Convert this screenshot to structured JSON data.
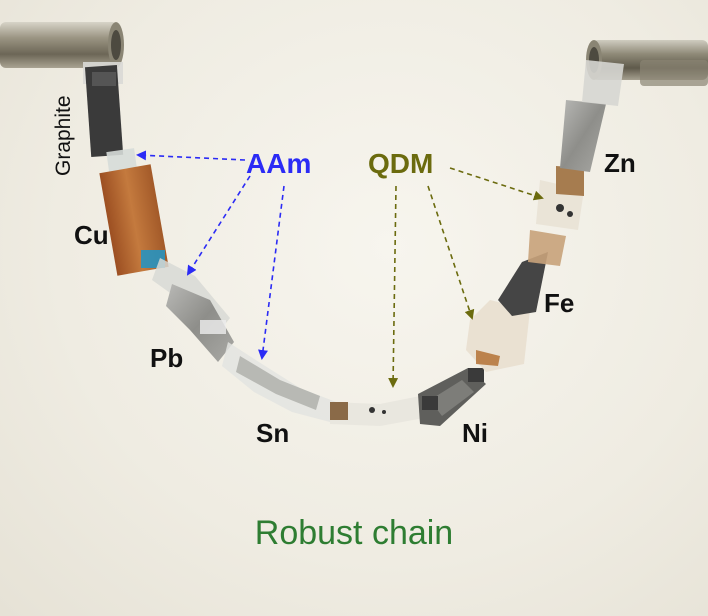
{
  "labels": {
    "graphite": "Graphite",
    "cu": "Cu",
    "pb": "Pb",
    "sn": "Sn",
    "ni": "Ni",
    "fe": "Fe",
    "zn": "Zn"
  },
  "annotations": {
    "aam": "AAm",
    "qdm": "QDM"
  },
  "caption": "Robust chain",
  "colors": {
    "aam": "#2b2bf5",
    "qdm": "#6b6b0e",
    "caption": "#2e7d32",
    "copper": "#b5652d",
    "graphite": "#3c3c3c"
  }
}
